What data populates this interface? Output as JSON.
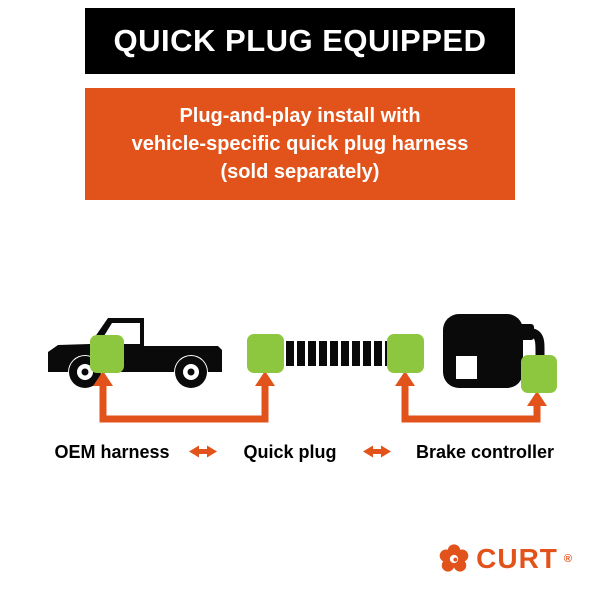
{
  "colors": {
    "orange": "#e2531b",
    "green": "#8dc63f",
    "black": "#0a0a0a"
  },
  "banner": {
    "title": "QUICK PLUG EQUIPPED"
  },
  "subbanner": {
    "line1": "Plug-and-play install with",
    "line2": "vehicle-specific quick plug harness",
    "line3": "(sold separately)"
  },
  "labels": {
    "oem": "OEM harness",
    "quick": "Quick plug",
    "brake": "Brake controller"
  },
  "icons": {
    "truck": "pickup-truck-silhouette",
    "cable": "corrugated-harness-cable",
    "controller": "brake-controller-silhouette",
    "connector": "green-quick-plug-connector",
    "double_arrow": "orange-double-arrow",
    "bracket_arrow": "orange-bracket-arrow",
    "brand_mark": "curt-flower-mark"
  },
  "brand": {
    "name": "CURT",
    "registered": "®"
  }
}
